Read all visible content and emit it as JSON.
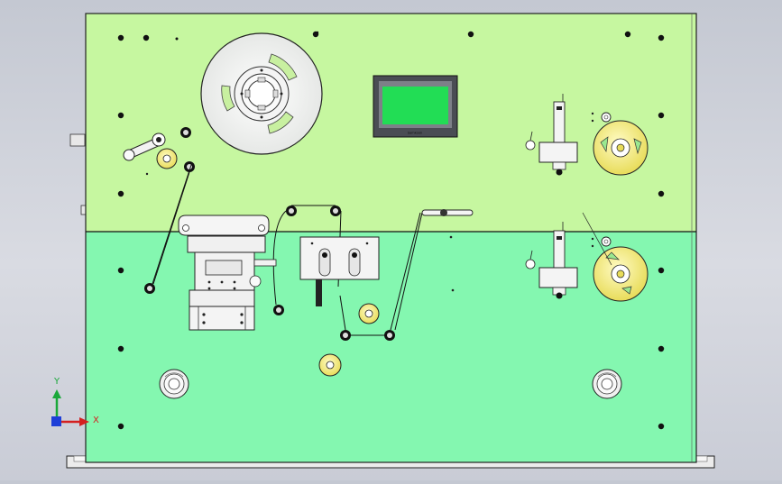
{
  "view": {
    "background": "#cfd2da",
    "panel_upper_color": "#c6f7a0",
    "panel_lower_color": "#84f7b0",
    "screen_color": "#22dd55",
    "roller_color": "#f6f08a"
  },
  "hmi": {
    "brand_text": "Samkoon"
  },
  "triad": {
    "y_label": "Y",
    "x_label": "X",
    "y_color": "#1aa83a",
    "x_color": "#d42020",
    "origin_color": "#1e3fd8"
  }
}
